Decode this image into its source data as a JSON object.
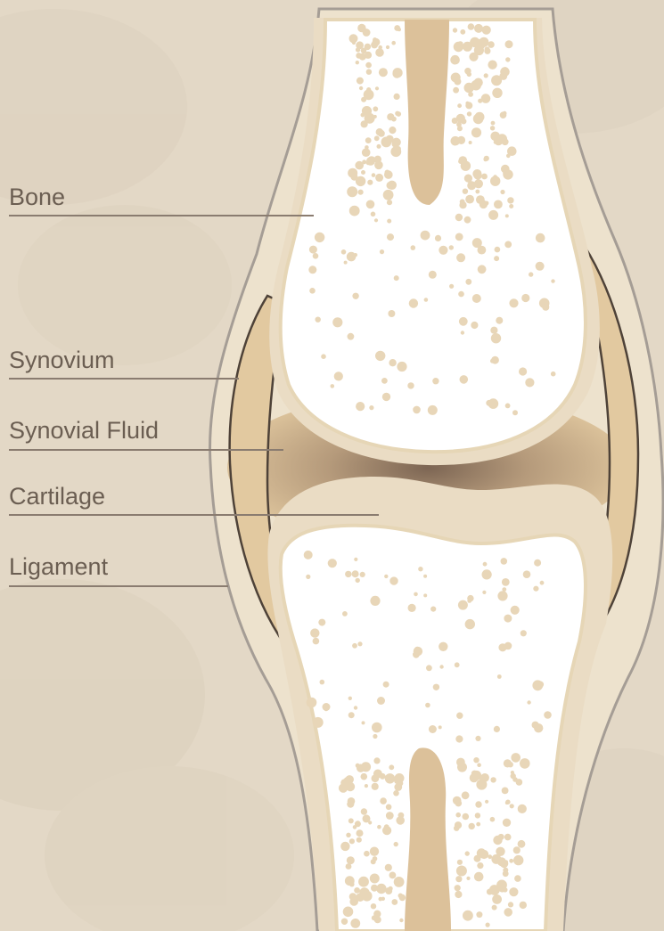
{
  "labels": {
    "bone": "Bone",
    "synovium": "Synovium",
    "synovial_fluid": "Synovial Fluid",
    "cartilage": "Cartilage",
    "ligament": "Ligament"
  },
  "colors": {
    "background": "#e3d8c6",
    "ligament": "#ede2cd",
    "capsule_outline": "#a59d95",
    "synovium_outline": "#4e4238",
    "synovium_fill": "#e2c9a0",
    "cartilage": "#eadcc4",
    "bone_outline": "#e6d6b6",
    "marrow": "#ffffff",
    "trabecula": "#e8d6b8",
    "medullary_cavity": "#dcc19a",
    "leader_line": "#8a7c70",
    "label_text": "#6b5e52"
  }
}
